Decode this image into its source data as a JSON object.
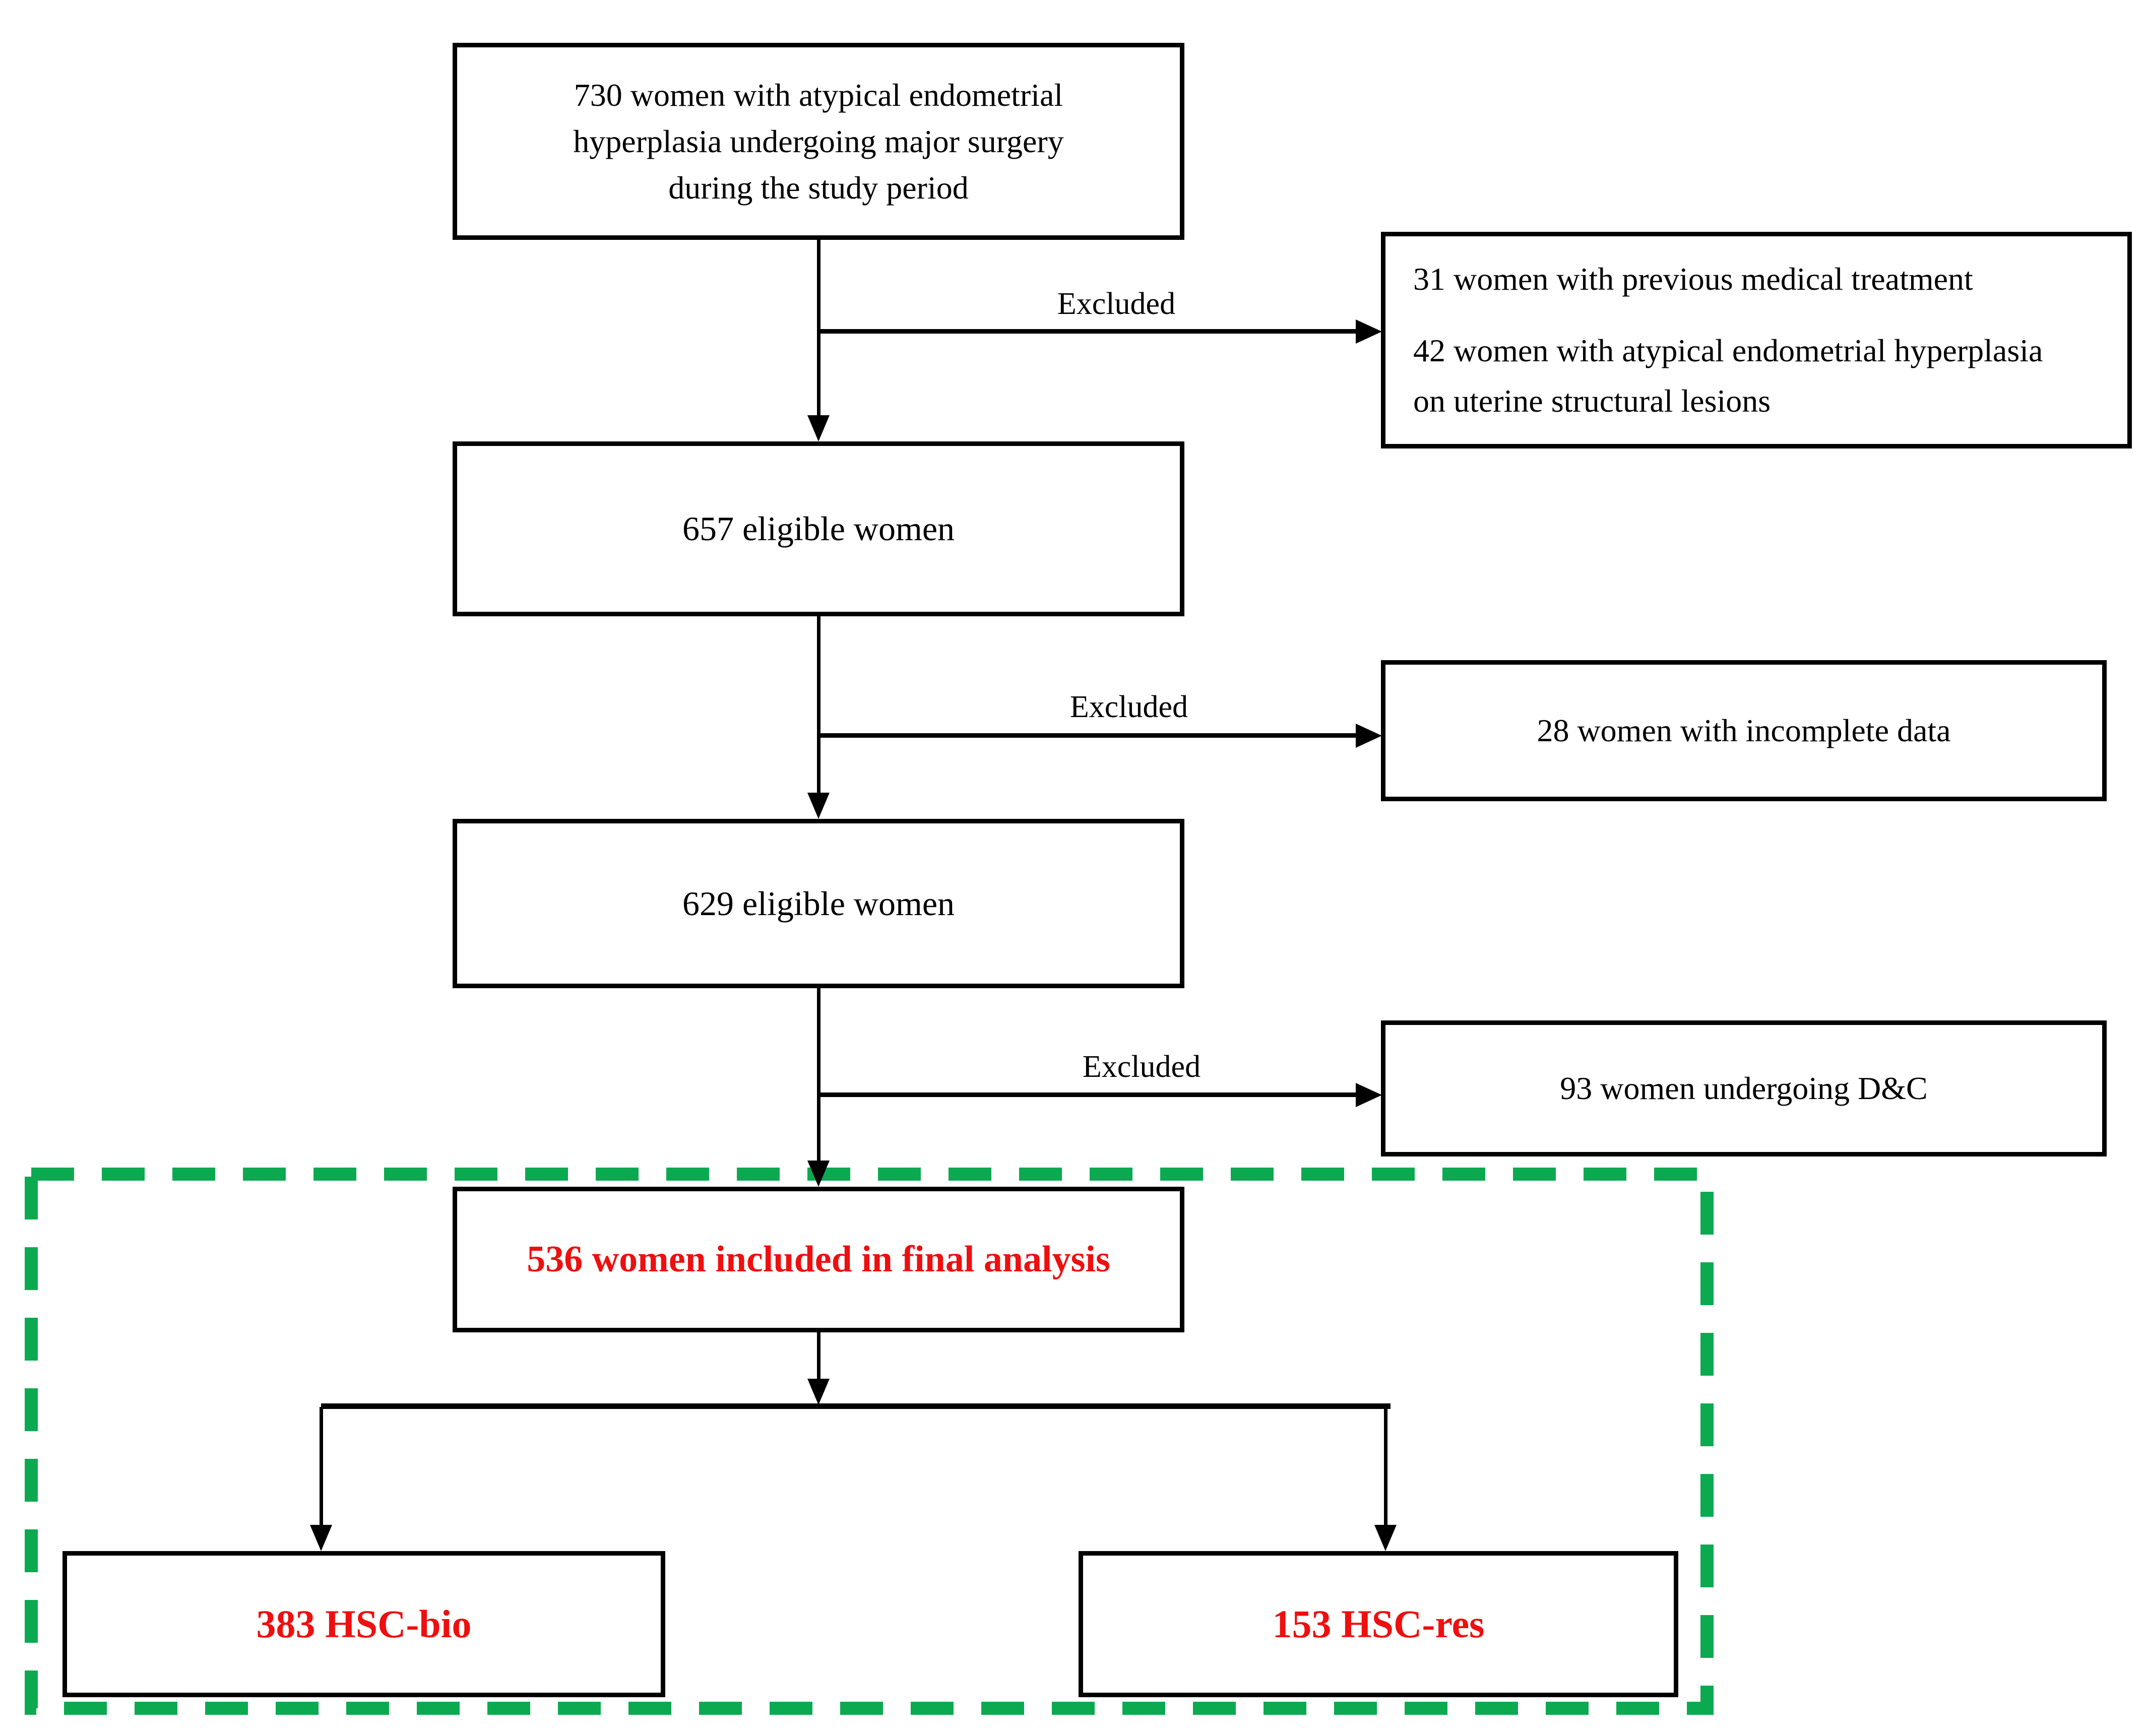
{
  "colors": {
    "red_text": "#ee0f0f",
    "green_outline": "#0caa50",
    "line_black": "#000000"
  },
  "flow": {
    "study_cohort": {
      "lines": [
        "730 women with atypical endometrial",
        "hyperplasia undergoing major surgery",
        "during the study period"
      ]
    },
    "eligible_657": {
      "text": "657 eligible women"
    },
    "eligible_629": {
      "text": "629 eligible women"
    },
    "final_analysis": {
      "text": "536 women included in final analysis"
    },
    "hsc_bio": {
      "text": "383 HSC-bio"
    },
    "hsc_res": {
      "text": "153 HSC-res"
    },
    "exclusions": [
      {
        "label": "Excluded",
        "lines": [
          "31 women with previous medical treatment",
          "42 women with atypical endometrial hyperplasia",
          "on uterine structural lesions"
        ]
      },
      {
        "label": "Excluded",
        "lines": [
          "28 women with incomplete data"
        ]
      },
      {
        "label": "Excluded",
        "lines": [
          "93 women undergoing D&C"
        ]
      }
    ]
  }
}
